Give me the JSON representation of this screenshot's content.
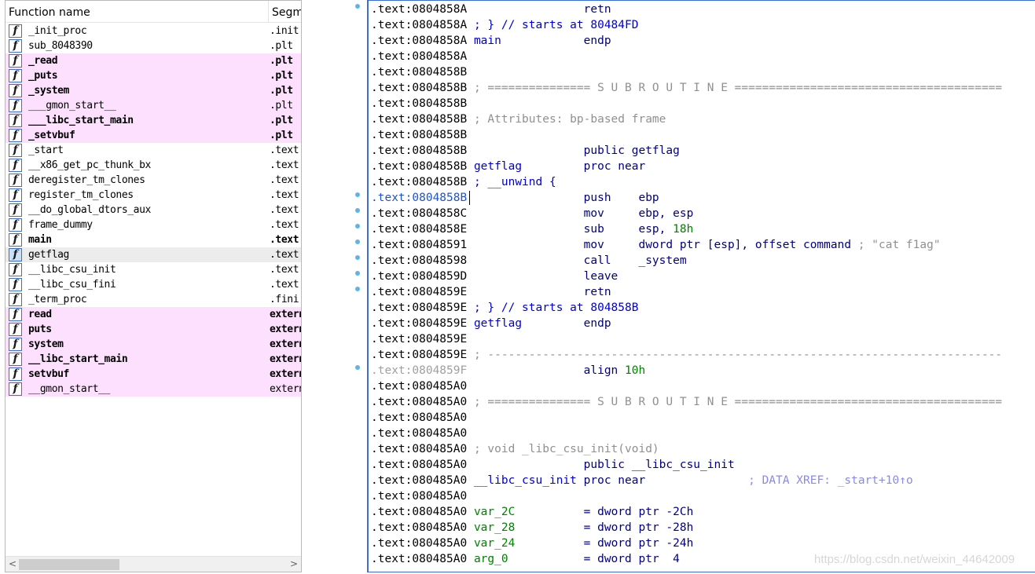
{
  "functions_pane": {
    "header": {
      "name_label": "Function name",
      "segment_label": "Segm"
    },
    "rows": [
      {
        "name": "_init_proc",
        "segment": ".init",
        "style": "plain"
      },
      {
        "name": "sub_8048390",
        "segment": ".plt",
        "style": "plain"
      },
      {
        "name": "_read",
        "segment": ".plt",
        "style": "pink-bold"
      },
      {
        "name": "_puts",
        "segment": ".plt",
        "style": "pink-bold"
      },
      {
        "name": "_system",
        "segment": ".plt",
        "style": "pink-bold"
      },
      {
        "name": "___gmon_start__",
        "segment": ".plt",
        "style": "pink"
      },
      {
        "name": "___libc_start_main",
        "segment": ".plt",
        "style": "pink-bold"
      },
      {
        "name": "_setvbuf",
        "segment": ".plt",
        "style": "pink-bold"
      },
      {
        "name": "_start",
        "segment": ".text",
        "style": "plain"
      },
      {
        "name": "__x86_get_pc_thunk_bx",
        "segment": ".text",
        "style": "plain"
      },
      {
        "name": "deregister_tm_clones",
        "segment": ".text",
        "style": "plain"
      },
      {
        "name": "register_tm_clones",
        "segment": ".text",
        "style": "plain"
      },
      {
        "name": "__do_global_dtors_aux",
        "segment": ".text",
        "style": "plain"
      },
      {
        "name": "frame_dummy",
        "segment": ".text",
        "style": "plain"
      },
      {
        "name": "main",
        "segment": ".text",
        "style": "bold"
      },
      {
        "name": "getflag",
        "segment": ".text",
        "style": "selected"
      },
      {
        "name": "__libc_csu_init",
        "segment": ".text",
        "style": "plain"
      },
      {
        "name": "__libc_csu_fini",
        "segment": ".text",
        "style": "plain"
      },
      {
        "name": "_term_proc",
        "segment": ".fini",
        "style": "plain"
      },
      {
        "name": "read",
        "segment": "extern",
        "style": "pink-bold"
      },
      {
        "name": "puts",
        "segment": "extern",
        "style": "pink-bold"
      },
      {
        "name": "system",
        "segment": "extern",
        "style": "pink-bold"
      },
      {
        "name": "__libc_start_main",
        "segment": "extern",
        "style": "pink-bold"
      },
      {
        "name": "setvbuf",
        "segment": "extern",
        "style": "pink-bold"
      },
      {
        "name": "__gmon_start__",
        "segment": "extern",
        "style": "pink"
      }
    ],
    "function_icon_glyph": "f",
    "function_icon_name": "function-icon",
    "scroll_left_glyph": "<",
    "scroll_right_glyph": ">"
  },
  "disassembly": {
    "lines": [
      [
        {
          "t": ".text:0804858A",
          "c": "addr"
        },
        {
          "t": "                 "
        },
        {
          "t": "retn",
          "c": "navy"
        }
      ],
      [
        {
          "t": ".text:0804858A",
          "c": "addr"
        },
        {
          "t": " "
        },
        {
          "t": "; } // starts at 80484FD",
          "c": "blue"
        }
      ],
      [
        {
          "t": ".text:0804858A",
          "c": "addr"
        },
        {
          "t": " "
        },
        {
          "t": "main",
          "c": "blue"
        },
        {
          "t": "            "
        },
        {
          "t": "endp",
          "c": "navy"
        }
      ],
      [
        {
          "t": ".text:0804858A",
          "c": "addr"
        }
      ],
      [
        {
          "t": ".text:0804858B",
          "c": "addr"
        }
      ],
      [
        {
          "t": ".text:0804858B",
          "c": "addr"
        },
        {
          "t": " "
        },
        {
          "t": "; =============== S U B R O U T I N E =======================================",
          "c": "grey"
        }
      ],
      [
        {
          "t": ".text:0804858B",
          "c": "addr"
        }
      ],
      [
        {
          "t": ".text:0804858B",
          "c": "addr"
        },
        {
          "t": " "
        },
        {
          "t": "; Attributes: bp-based frame",
          "c": "grey"
        }
      ],
      [
        {
          "t": ".text:0804858B",
          "c": "addr"
        }
      ],
      [
        {
          "t": ".text:0804858B",
          "c": "addr"
        },
        {
          "t": "                 "
        },
        {
          "t": "public getflag",
          "c": "navy"
        }
      ],
      [
        {
          "t": ".text:0804858B",
          "c": "addr"
        },
        {
          "t": " "
        },
        {
          "t": "getflag",
          "c": "blue"
        },
        {
          "t": "         "
        },
        {
          "t": "proc near",
          "c": "navy"
        }
      ],
      [
        {
          "t": ".text:0804858B",
          "c": "addr"
        },
        {
          "t": " "
        },
        {
          "t": "; __unwind {",
          "c": "blue"
        }
      ],
      [
        {
          "t": ".text:0804858B",
          "c": "addr hl"
        },
        {
          "t": "                 "
        },
        {
          "t": "push    ebp",
          "c": "navy"
        }
      ],
      [
        {
          "t": ".text:0804858C",
          "c": "addr"
        },
        {
          "t": "                 "
        },
        {
          "t": "mov     ebp, esp",
          "c": "navy"
        }
      ],
      [
        {
          "t": ".text:0804858E",
          "c": "addr"
        },
        {
          "t": "                 "
        },
        {
          "t": "sub     esp, ",
          "c": "navy"
        },
        {
          "t": "18h",
          "c": "green"
        }
      ],
      [
        {
          "t": ".text:08048591",
          "c": "addr"
        },
        {
          "t": "                 "
        },
        {
          "t": "mov     dword ptr [esp], offset command",
          "c": "navy"
        },
        {
          "t": " ; \"cat f1ag\"",
          "c": "grey"
        }
      ],
      [
        {
          "t": ".text:08048598",
          "c": "addr"
        },
        {
          "t": "                 "
        },
        {
          "t": "call    _system",
          "c": "navy"
        }
      ],
      [
        {
          "t": ".text:0804859D",
          "c": "addr"
        },
        {
          "t": "                 "
        },
        {
          "t": "leave",
          "c": "navy"
        }
      ],
      [
        {
          "t": ".text:0804859E",
          "c": "addr"
        },
        {
          "t": "                 "
        },
        {
          "t": "retn",
          "c": "navy"
        }
      ],
      [
        {
          "t": ".text:0804859E",
          "c": "addr"
        },
        {
          "t": " "
        },
        {
          "t": "; } // starts at 804858B",
          "c": "blue"
        }
      ],
      [
        {
          "t": ".text:0804859E",
          "c": "addr"
        },
        {
          "t": " "
        },
        {
          "t": "getflag",
          "c": "blue"
        },
        {
          "t": "         "
        },
        {
          "t": "endp",
          "c": "navy"
        }
      ],
      [
        {
          "t": ".text:0804859E",
          "c": "addr"
        }
      ],
      [
        {
          "t": ".text:0804859E",
          "c": "addr"
        },
        {
          "t": " "
        },
        {
          "t": "; ---------------------------------------------------------------------------",
          "c": "grey"
        }
      ],
      [
        {
          "t": ".text:0804859F",
          "c": "addr grey"
        },
        {
          "t": "                 "
        },
        {
          "t": "align ",
          "c": "navy"
        },
        {
          "t": "10h",
          "c": "green"
        }
      ],
      [
        {
          "t": ".text:080485A0",
          "c": "addr"
        }
      ],
      [
        {
          "t": ".text:080485A0",
          "c": "addr"
        },
        {
          "t": " "
        },
        {
          "t": "; =============== S U B R O U T I N E =======================================",
          "c": "grey"
        }
      ],
      [
        {
          "t": ".text:080485A0",
          "c": "addr"
        }
      ],
      [
        {
          "t": ".text:080485A0",
          "c": "addr"
        }
      ],
      [
        {
          "t": ".text:080485A0",
          "c": "addr"
        },
        {
          "t": " "
        },
        {
          "t": "; void _libc_csu_init(void)",
          "c": "grey"
        }
      ],
      [
        {
          "t": ".text:080485A0",
          "c": "addr"
        },
        {
          "t": "                 "
        },
        {
          "t": "public __libc_csu_init",
          "c": "navy"
        }
      ],
      [
        {
          "t": ".text:080485A0",
          "c": "addr"
        },
        {
          "t": " "
        },
        {
          "t": "__libc_csu_init",
          "c": "blue"
        },
        {
          "t": " "
        },
        {
          "t": "proc near",
          "c": "navy"
        },
        {
          "t": "               "
        },
        {
          "t": "; DATA XREF: _start+10↑o",
          "c": "xref"
        }
      ],
      [
        {
          "t": ".text:080485A0",
          "c": "addr"
        }
      ],
      [
        {
          "t": ".text:080485A0",
          "c": "addr"
        },
        {
          "t": " "
        },
        {
          "t": "var_2C",
          "c": "green"
        },
        {
          "t": "          "
        },
        {
          "t": "= dword ptr -2Ch",
          "c": "navy"
        }
      ],
      [
        {
          "t": ".text:080485A0",
          "c": "addr"
        },
        {
          "t": " "
        },
        {
          "t": "var_28",
          "c": "green"
        },
        {
          "t": "          "
        },
        {
          "t": "= dword ptr -28h",
          "c": "navy"
        }
      ],
      [
        {
          "t": ".text:080485A0",
          "c": "addr"
        },
        {
          "t": " "
        },
        {
          "t": "var_24",
          "c": "green"
        },
        {
          "t": "          "
        },
        {
          "t": "= dword ptr -24h",
          "c": "navy"
        }
      ],
      [
        {
          "t": ".text:080485A0",
          "c": "addr"
        },
        {
          "t": " "
        },
        {
          "t": "arg_0",
          "c": "green"
        },
        {
          "t": "           "
        },
        {
          "t": "= dword ptr  4",
          "c": "navy"
        }
      ]
    ],
    "breakpoint_dot_lines": [
      0,
      12,
      13,
      14,
      15,
      16,
      17,
      18,
      23
    ]
  },
  "watermark": "https://blog.csdn.net/weixin_44642009",
  "colors": {
    "imported_row_bg": "#fde0fd",
    "selected_row_bg": "#ececec",
    "disasm_border": "#3f6fc8",
    "dot": "#61b2e8"
  }
}
